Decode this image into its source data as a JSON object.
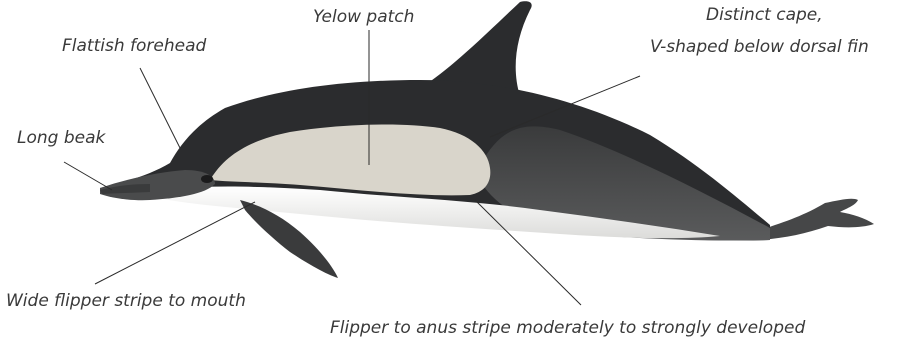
{
  "labels": {
    "long_beak": "Long beak",
    "flattish_forehead": "Flattish forehead",
    "yellow_patch": "Yelow patch",
    "cape_line1": "Distinct cape,",
    "cape_line2": "V-shaped below dorsal fin",
    "flipper_stripe": "Wide flipper stripe to mouth",
    "anus_stripe": "Flipper to anus stripe moderately to strongly developed"
  },
  "colors": {
    "cape": "#2b2c2e",
    "flank": "#474849",
    "yellow_patch": "#d9d5cb",
    "belly": "#f4f4f2"
  }
}
